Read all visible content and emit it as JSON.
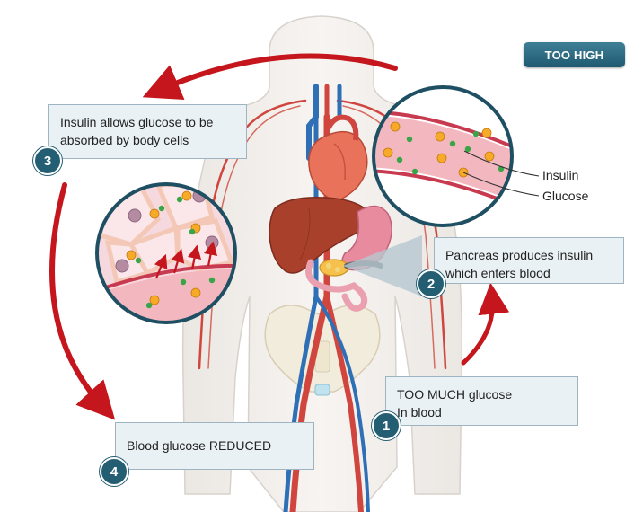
{
  "badge": {
    "label": "TOO HIGH"
  },
  "callouts": {
    "insulin_absorbed": {
      "line1": "Insulin allows glucose to be",
      "line2": "absorbed by body cells",
      "step": "3"
    },
    "pancreas": {
      "line1": "Pancreas produces insulin",
      "line2": "which enters blood",
      "step": "2"
    },
    "too_much": {
      "line1": "TOO MUCH glucose",
      "line2": "In blood",
      "step": "1"
    },
    "reduced": {
      "line1": "Blood glucose REDUCED",
      "step": "4"
    }
  },
  "labels": {
    "insulin": "Insulin",
    "glucose": "Glucose"
  },
  "colors": {
    "accent": "#245e73",
    "arrow": "#c4161c",
    "vessel": "#f3b8bf",
    "insulin_dot": "#3aa548",
    "glucose_dot": "#f7a928"
  }
}
